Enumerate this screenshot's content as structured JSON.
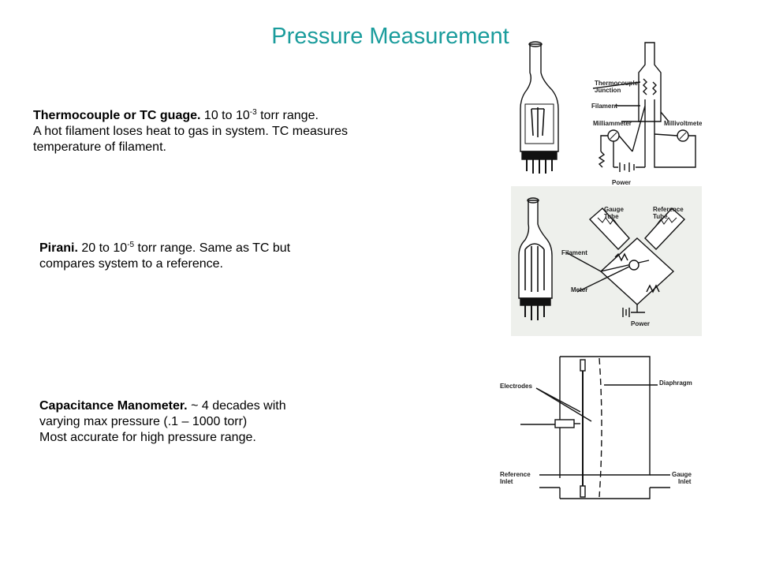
{
  "title": "Pressure Measurement",
  "thermocouple": {
    "name": "Thermocouple or TC guage.",
    "range_pre": " 10 to 10",
    "range_exp": "-3",
    "range_post": " torr range.",
    "line2": "A hot filament loses heat to gas in system.  TC measures",
    "line3": "temperature of filament."
  },
  "pirani": {
    "name": "Pirani.",
    "range_pre": " 20 to 10",
    "range_exp": "-5",
    "range_post": " torr range.  Same as TC but",
    "line2": "compares system to a reference."
  },
  "capacitance": {
    "name": "Capacitance Manometer.",
    "line1_rest": "  ~ 4 decades with",
    "line2": "varying max pressure (.1 – 1000 torr)",
    "line3": "Most accurate for high pressure range."
  },
  "figure_tc": {
    "junction_line1": "Thermocouple",
    "junction_line2": "Junction",
    "filament": "Filament",
    "milliammeter": "Milliammeter",
    "millivoltmeter": "Millivoltmeter",
    "power": "Power"
  },
  "figure_pirani": {
    "gauge_line1": "Gauge",
    "gauge_line2": "Tube",
    "reference_line1": "Reference",
    "reference_line2": "Tube",
    "filament": "Filament",
    "meter": "Meter",
    "power": "Power"
  },
  "figure_cap": {
    "electrodes": "Electrodes",
    "diaphragm": "Diaphragm",
    "ref_line1": "Reference",
    "ref_line2": "Inlet",
    "gauge_line1": "Gauge",
    "gauge_line2": "Inlet"
  },
  "colors": {
    "title": "#1a9c9c",
    "figure_bg": "#eef0ec"
  }
}
